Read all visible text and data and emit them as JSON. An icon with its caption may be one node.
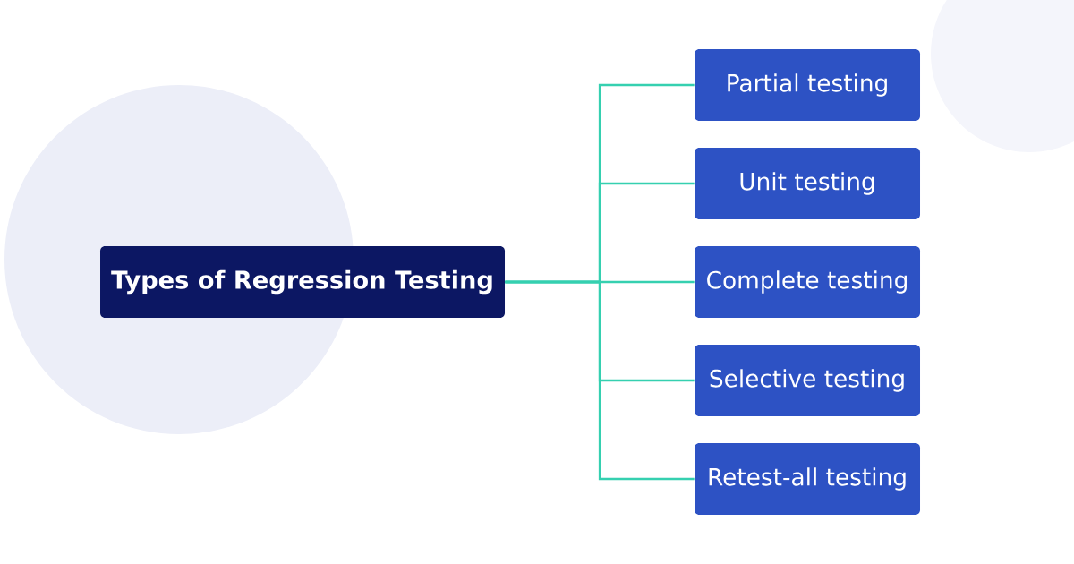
{
  "diagram": {
    "nodes": [
      {
        "text": [
          "Types of Regression Testing"
        ]
      },
      {
        "text": [
          "Partial testing"
        ]
      },
      {
        "text": [
          "Unit testing"
        ]
      },
      {
        "text": [
          "Complete testing"
        ]
      },
      {
        "text": [
          "Selective testing"
        ]
      },
      {
        "text": [
          "Retest-all testing"
        ]
      }
    ],
    "edges": [
      {
        "from": 0,
        "to": 1,
        "arrow": "none"
      },
      {
        "from": 0,
        "to": 2,
        "arrow": "none"
      },
      {
        "from": 0,
        "to": 3,
        "arrow": "none"
      },
      {
        "from": 0,
        "to": 4,
        "arrow": "none"
      },
      {
        "from": 0,
        "to": 5,
        "arrow": "none"
      }
    ]
  }
}
